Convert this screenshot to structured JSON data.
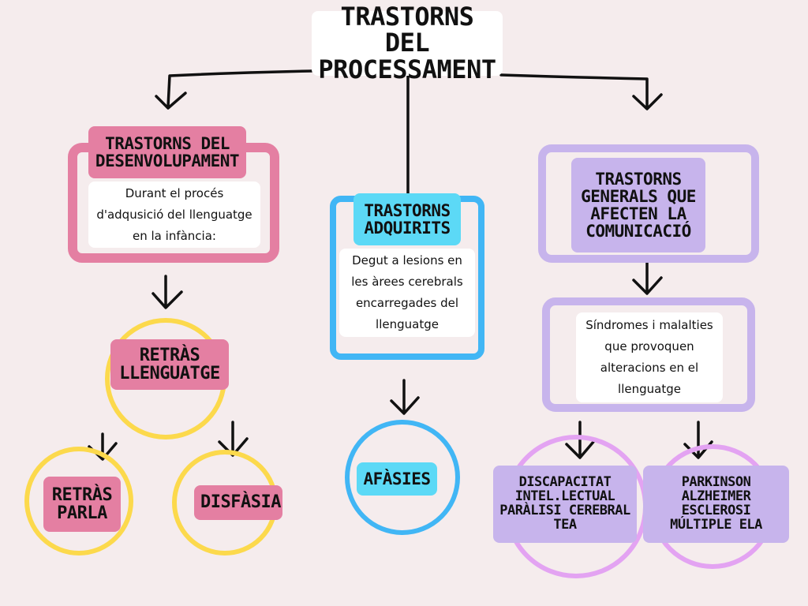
{
  "title": {
    "line1": "TRASTORNS DEL",
    "line2": "PROCESSAMENT"
  },
  "colors": {
    "background": "#f5eced",
    "pink": "#e47fa2",
    "yellow": "#fcd94c",
    "blue": "#41b6f5",
    "cyan": "#5cd9f6",
    "purple": "#c7b4ec",
    "lilac": "#e3a3f2"
  },
  "development": {
    "title": "TRASTORNS DEL DESENVOLUPAMENT",
    "description": "Durant el procés d'adqusició del llenguatge en la infància:",
    "children": {
      "main": "RETRÀS LLENGUATGE",
      "left": "RETRÀS PARLA",
      "right": "DISFÀSIA"
    }
  },
  "acquired": {
    "title": "TRASTORNS ADQUIRITS",
    "description": "Degut a lesions en les àrees cerebrals encarregades del llenguatge",
    "child": "AFÀSIES"
  },
  "general": {
    "title": "TRASTORNS GENERALS QUE AFECTEN LA COMUNICACIÓ",
    "description": "Síndromes i malalties que provoquen alteracions en el llenguatge",
    "children": {
      "left": "DISCAPACITAT INTEL.LECTUAL PARÀLISI CEREBRAL TEA",
      "right": "PARKINSON ALZHEIMER ESCLEROSI MÚLTIPLE ELA"
    }
  }
}
